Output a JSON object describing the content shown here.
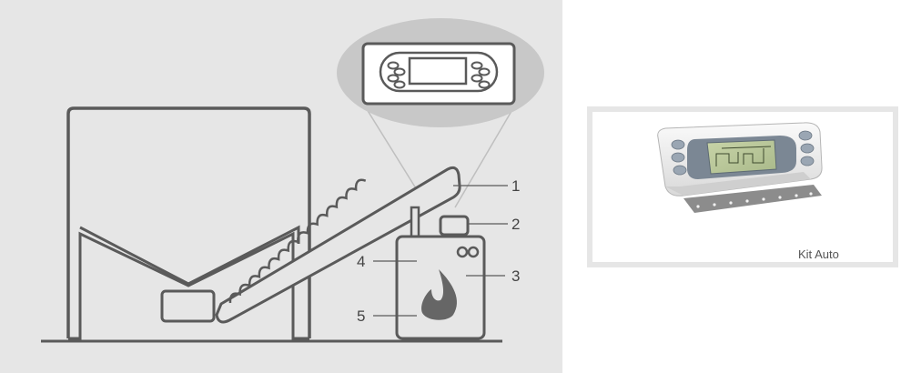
{
  "diagram": {
    "labels": [
      {
        "number": "1",
        "part": "auger-end"
      },
      {
        "number": "2",
        "part": "control-unit"
      },
      {
        "number": "3",
        "part": "boiler"
      },
      {
        "number": "4",
        "part": "boiler-upper"
      },
      {
        "number": "5",
        "part": "boiler-lower"
      }
    ],
    "colors": {
      "background": "#e6e6e6",
      "line": "#5a5a5a",
      "zoom_circle": "#c8c8c8",
      "flame": "#666666"
    }
  },
  "product": {
    "caption": "Kit Auto",
    "colors": {
      "frame": "#e6e6e6",
      "screen": "#b9c79a"
    }
  }
}
